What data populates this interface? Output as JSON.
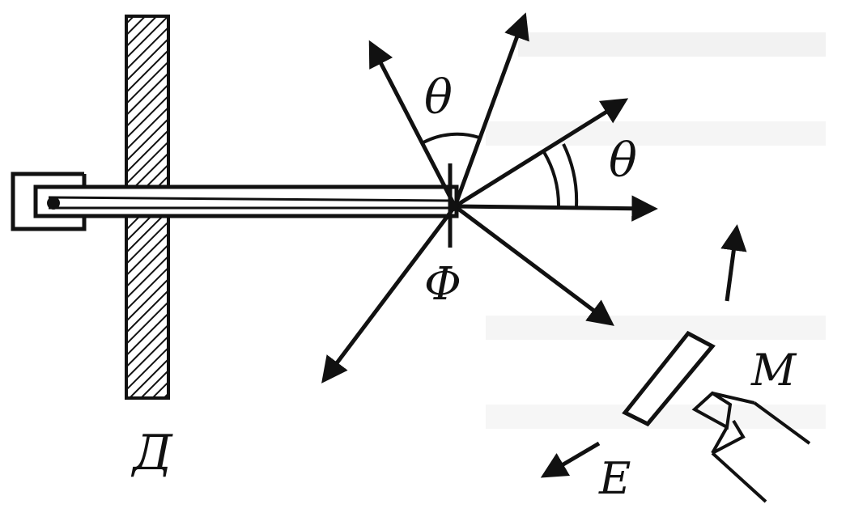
{
  "labels": {
    "theta_top": "θ",
    "theta_right": "θ",
    "phi": "Φ",
    "wall": "Д",
    "mirror": "М",
    "emitter": "Е"
  },
  "colors": {
    "ink": "#111111",
    "background": "#ffffff",
    "ghost_text": "#d9d9d9"
  }
}
